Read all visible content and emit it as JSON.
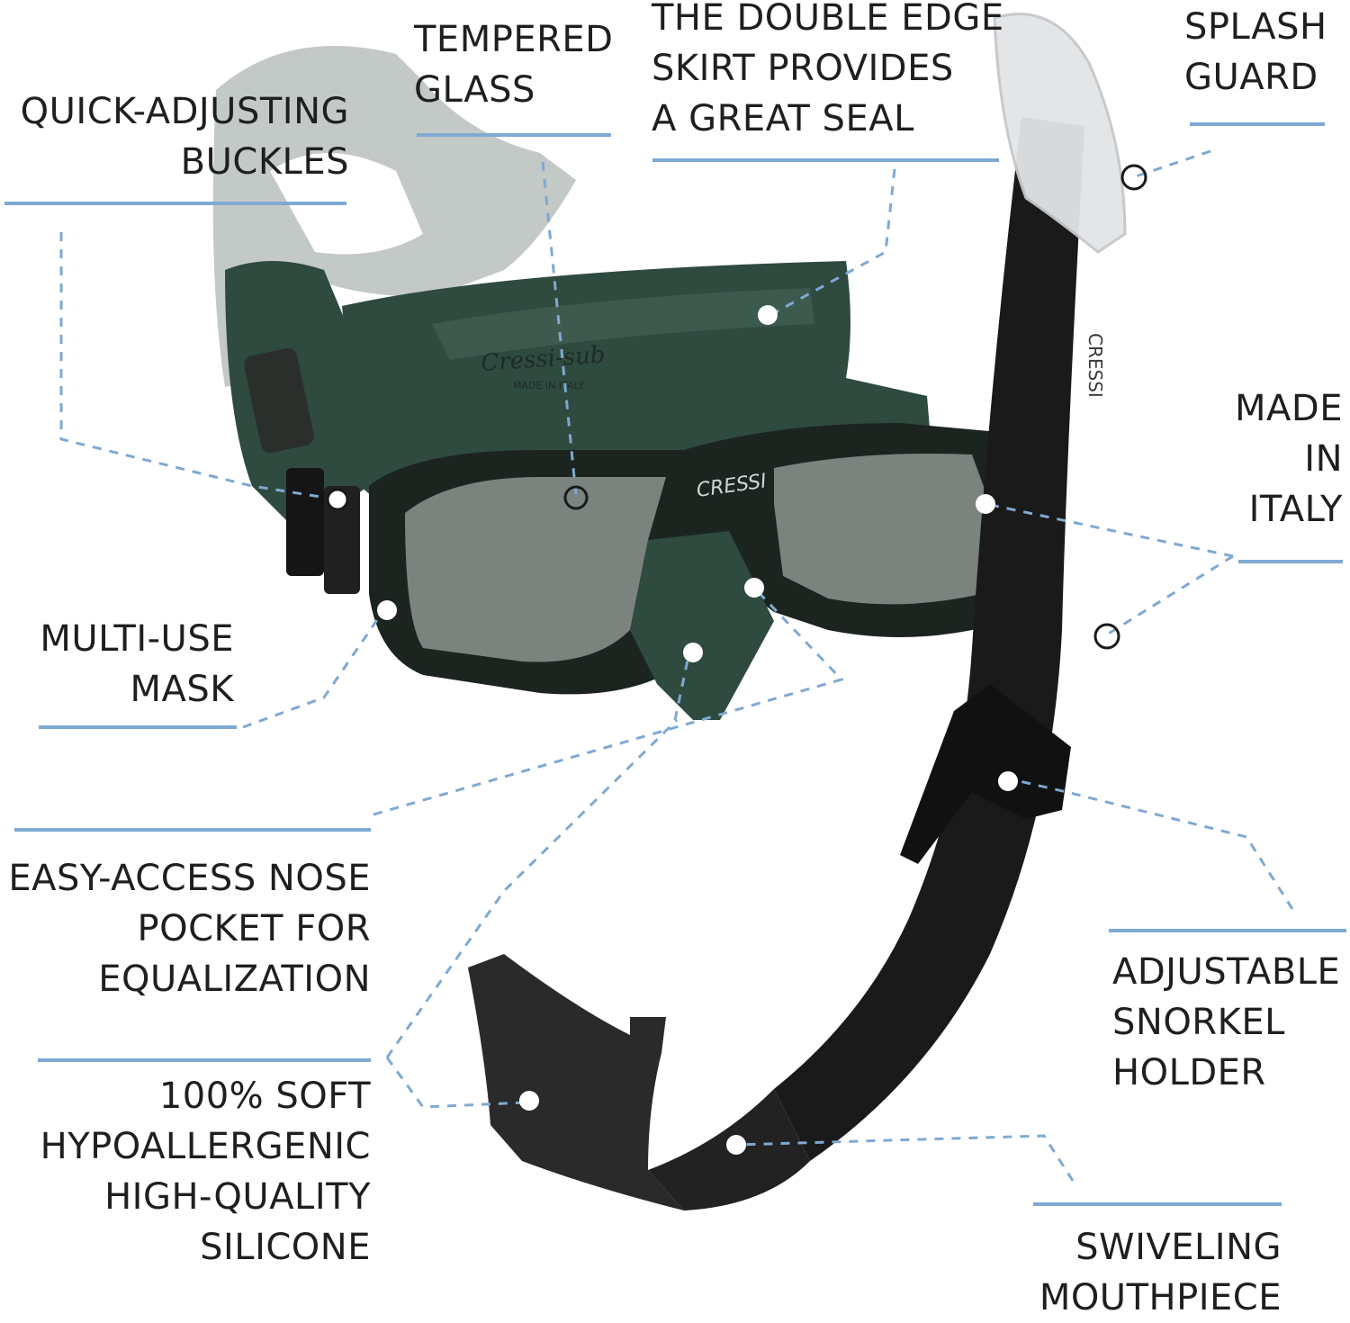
{
  "colors": {
    "accent": "#7ea9d3",
    "dash": "#7ea9d3",
    "mask_green": "#2f4a3f",
    "mask_frame": "#1c2420",
    "snorkel": "#1a1a1a",
    "strap_light": "#b9c0bc"
  },
  "labels": {
    "buckles": [
      "QUICK-ADJUSTING",
      "BUCKLES"
    ],
    "glass": [
      "TEMPERED",
      "GLASS"
    ],
    "skirt": [
      "THE DOUBLE EDGE",
      "SKIRT PROVIDES",
      "A GREAT SEAL"
    ],
    "splash": [
      "SPLASH",
      "GUARD"
    ],
    "italy": [
      "MADE",
      "IN",
      "ITALY"
    ],
    "mask": [
      "MULTI-USE",
      "MASK"
    ],
    "nose": [
      "EASY-ACCESS NOSE",
      "POCKET FOR",
      "EQUALIZATION"
    ],
    "holder": [
      "ADJUSTABLE",
      "SNORKEL",
      "HOLDER"
    ],
    "silicone": [
      "100% SOFT",
      "HYPOALLERGENIC",
      "HIGH-QUALITY",
      "SILICONE"
    ],
    "mouthpiece": [
      "SWIVELING",
      "MOUTHPIECE"
    ]
  },
  "brand": {
    "mask_logo": "CRESSI",
    "skirt_logo": "Cressi-sub",
    "skirt_made": "MADE IN ITALY",
    "snorkel_logo": "CRESSI"
  }
}
